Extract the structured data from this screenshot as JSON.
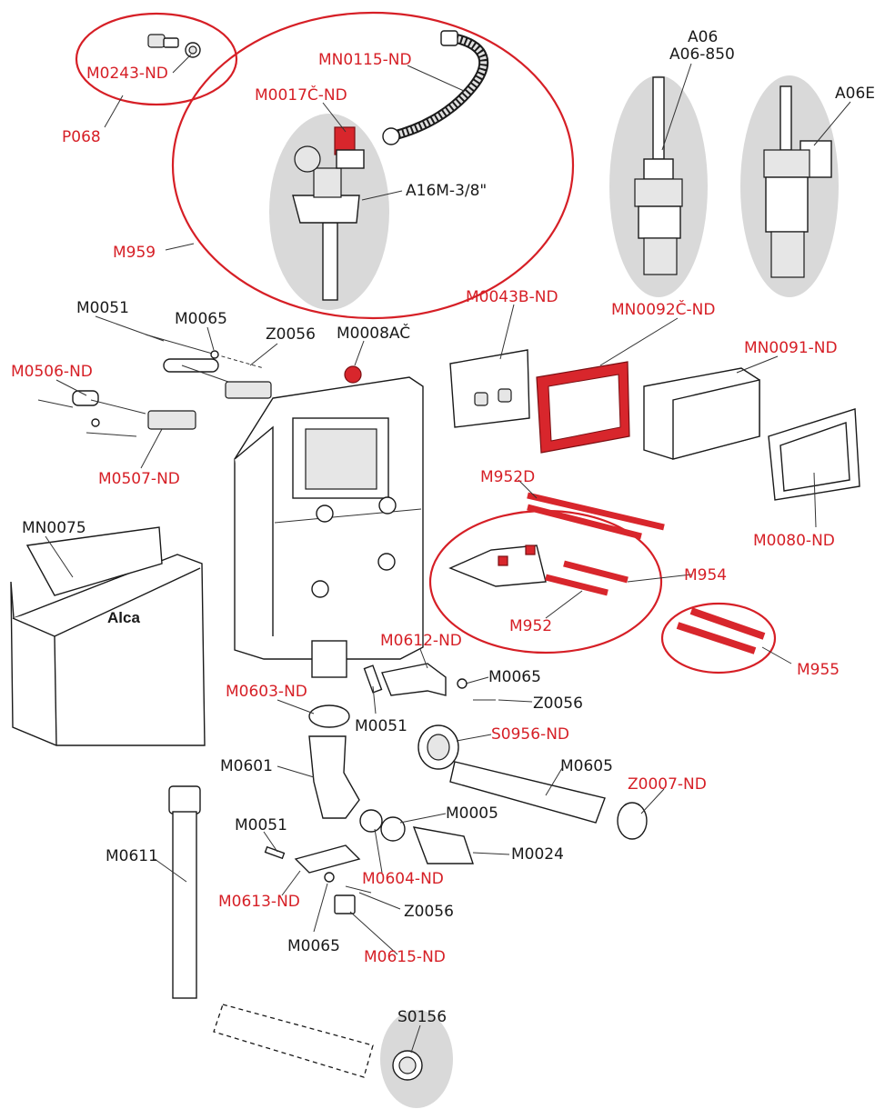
{
  "brand": "Alca",
  "colors": {
    "red_labels": "#d61f26",
    "black_labels": "#1a1a1a",
    "group_rings": "#d61f26",
    "highlight_ovals": "#d9d9d9"
  },
  "labels": {
    "M0243-ND": "M0243-ND",
    "P068": "P068",
    "MN0115-ND": "MN0115-ND",
    "M0017C-ND": "M0017Č-ND",
    "A16M": "A16M-3/8\"",
    "M959": "M959",
    "A06": "A06",
    "A06-850": "A06-850",
    "A06E": "A06E",
    "M0051_a": "M0051",
    "M0065_a": "M0065",
    "Z0056_a": "Z0056",
    "M0008AC": "M0008AČ",
    "M0043B-ND": "M0043B-ND",
    "MN0092C-ND": "MN0092Č-ND",
    "MN0091-ND": "MN0091-ND",
    "M0506-ND": "M0506-ND",
    "M0507-ND": "M0507-ND",
    "M952D": "M952D",
    "MN0075": "MN0075",
    "M0080-ND": "M0080-ND",
    "M954": "M954",
    "M952": "M952",
    "M955": "M955",
    "M0612-ND": "M0612-ND",
    "M0065_b": "M0065",
    "Z0056_b": "Z0056",
    "M0603-ND": "M0603-ND",
    "M0051_b": "M0051",
    "S0956-ND": "S0956-ND",
    "M0601": "M0601",
    "M0605": "M0605",
    "Z0007-ND": "Z0007-ND",
    "M0005": "M0005",
    "M0051_c": "M0051",
    "M0611": "M0611",
    "M0024": "M0024",
    "M0604-ND": "M0604-ND",
    "M0613-ND": "M0613-ND",
    "Z0056_c": "Z0056",
    "M0065_c": "M0065",
    "M0615-ND": "M0615-ND",
    "S0156": "S0156"
  }
}
